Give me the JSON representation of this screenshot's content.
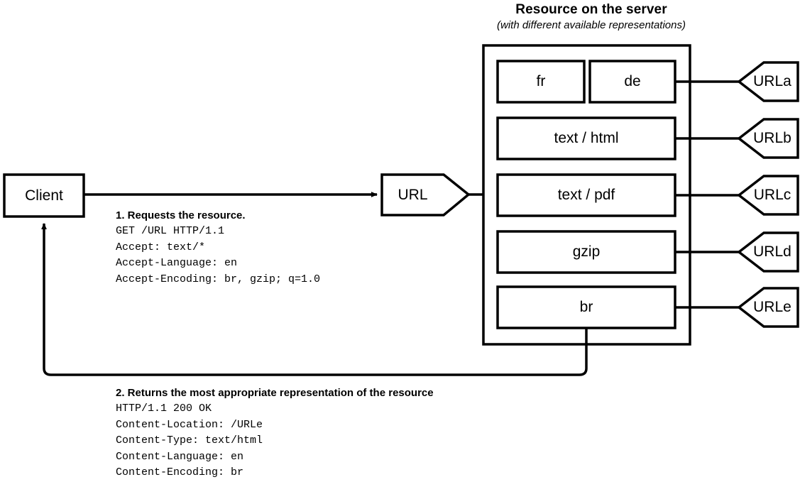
{
  "server": {
    "title": "Resource on the server",
    "subtitle": "(with different available representations)",
    "representations": [
      {
        "id": "fr",
        "label": "fr"
      },
      {
        "id": "de",
        "label": "de"
      },
      {
        "id": "text-html",
        "label": "text / html"
      },
      {
        "id": "text-pdf",
        "label": "text / pdf"
      },
      {
        "id": "gzip",
        "label": "gzip"
      },
      {
        "id": "br",
        "label": "br"
      }
    ],
    "urls": [
      {
        "id": "urla",
        "label": "URLa"
      },
      {
        "id": "urlb",
        "label": "URLb"
      },
      {
        "id": "urlc",
        "label": "URLc"
      },
      {
        "id": "urld",
        "label": "URLd"
      },
      {
        "id": "urle",
        "label": "URLe"
      }
    ]
  },
  "client": {
    "label": "Client"
  },
  "url_node": {
    "label": "URL"
  },
  "request": {
    "heading": "1. Requests the resource.",
    "lines": [
      "GET /URL HTTP/1.1",
      "Accept: text/*",
      "Accept-Language: en",
      "Accept-Encoding: br, gzip; q=1.0"
    ]
  },
  "response": {
    "heading": "2. Returns the most appropriate representation of the resource",
    "lines": [
      "HTTP/1.1 200 OK",
      "Content-Location: /URLe",
      "Content-Type: text/html",
      "Content-Language: en",
      "Content-Encoding: br"
    ]
  },
  "colors": {
    "stroke": "#000000",
    "background": "#ffffff"
  }
}
